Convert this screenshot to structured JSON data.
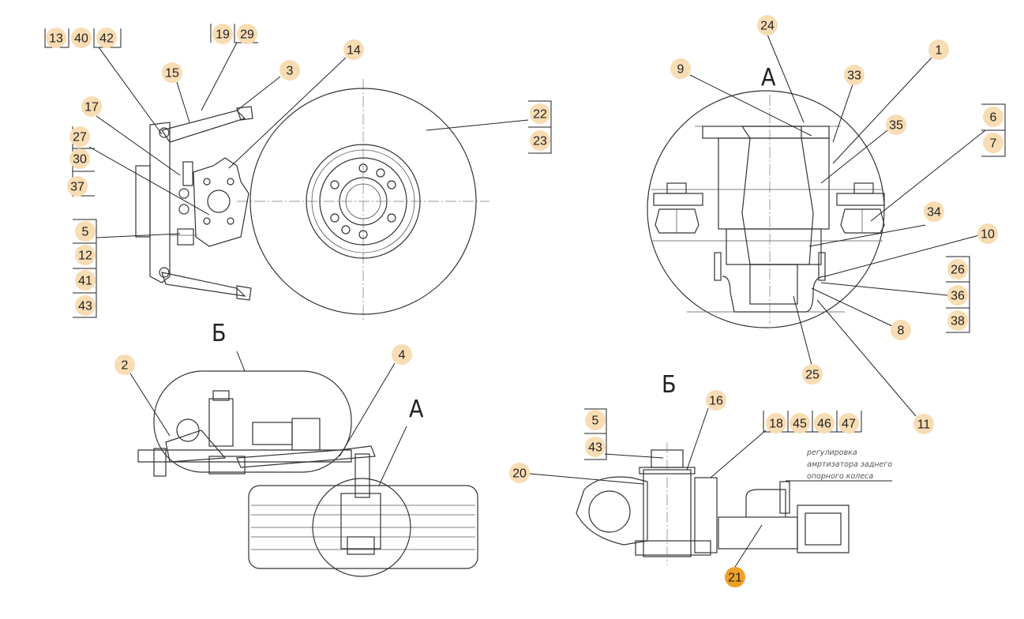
{
  "callouts": [
    "13",
    "40",
    "42",
    "19",
    "29",
    "15",
    "3",
    "14",
    "17",
    "27",
    "30",
    "37",
    "22",
    "23",
    "5",
    "12",
    "41",
    "43",
    "2",
    "4",
    "24",
    "9",
    "33",
    "1",
    "35",
    "6",
    "7",
    "34",
    "10",
    "26",
    "36",
    "38",
    "8",
    "25",
    "11",
    "16",
    "5",
    "43",
    "18",
    "45",
    "46",
    "47",
    "20",
    "21"
  ],
  "view_labels": {
    "view_b_top": "Б",
    "view_a_ref": "A",
    "view_a_title": "A",
    "view_b_title": "Б"
  },
  "note_lines": [
    "регулировка",
    "амртизатора заднего",
    "опорного колеса"
  ],
  "colors": {
    "callout_fill": "#f8dcb3",
    "callout_highlight": "#f0a024",
    "line": "#333333"
  },
  "highlight_callout_index": 43
}
